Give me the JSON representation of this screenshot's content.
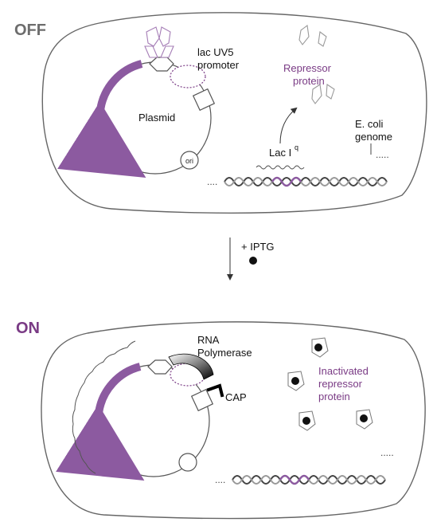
{
  "colors": {
    "state_off": "#6d6d6d",
    "state_on": "#7a3b85",
    "purple": "#8c5aa0",
    "purple_light": "#a57db6",
    "line": "#555555",
    "cell_border": "#666666",
    "dark": "#111111"
  },
  "off_state": {
    "label": "OFF",
    "plasmid_label": "Plasmid",
    "promoter_label_line1": "lac UV5",
    "promoter_label_line2": "promoter",
    "ori_label": "ori",
    "repressor_label_line1": "Repressor",
    "repressor_label_line2": "protein",
    "genome_label_line1": "E. coli",
    "genome_label_line2": "genome",
    "laci_label": "Lac I",
    "laci_superscript": "q"
  },
  "transition": {
    "label": "+ IPTG"
  },
  "on_state": {
    "label": "ON",
    "rnap_label_line1": "RNA",
    "rnap_label_line2": "Polymerase",
    "cap_label": "CAP",
    "inactivated_label_line1": "Inactivated",
    "inactivated_label_line2": "repressor",
    "inactivated_label_line3": "protein"
  }
}
